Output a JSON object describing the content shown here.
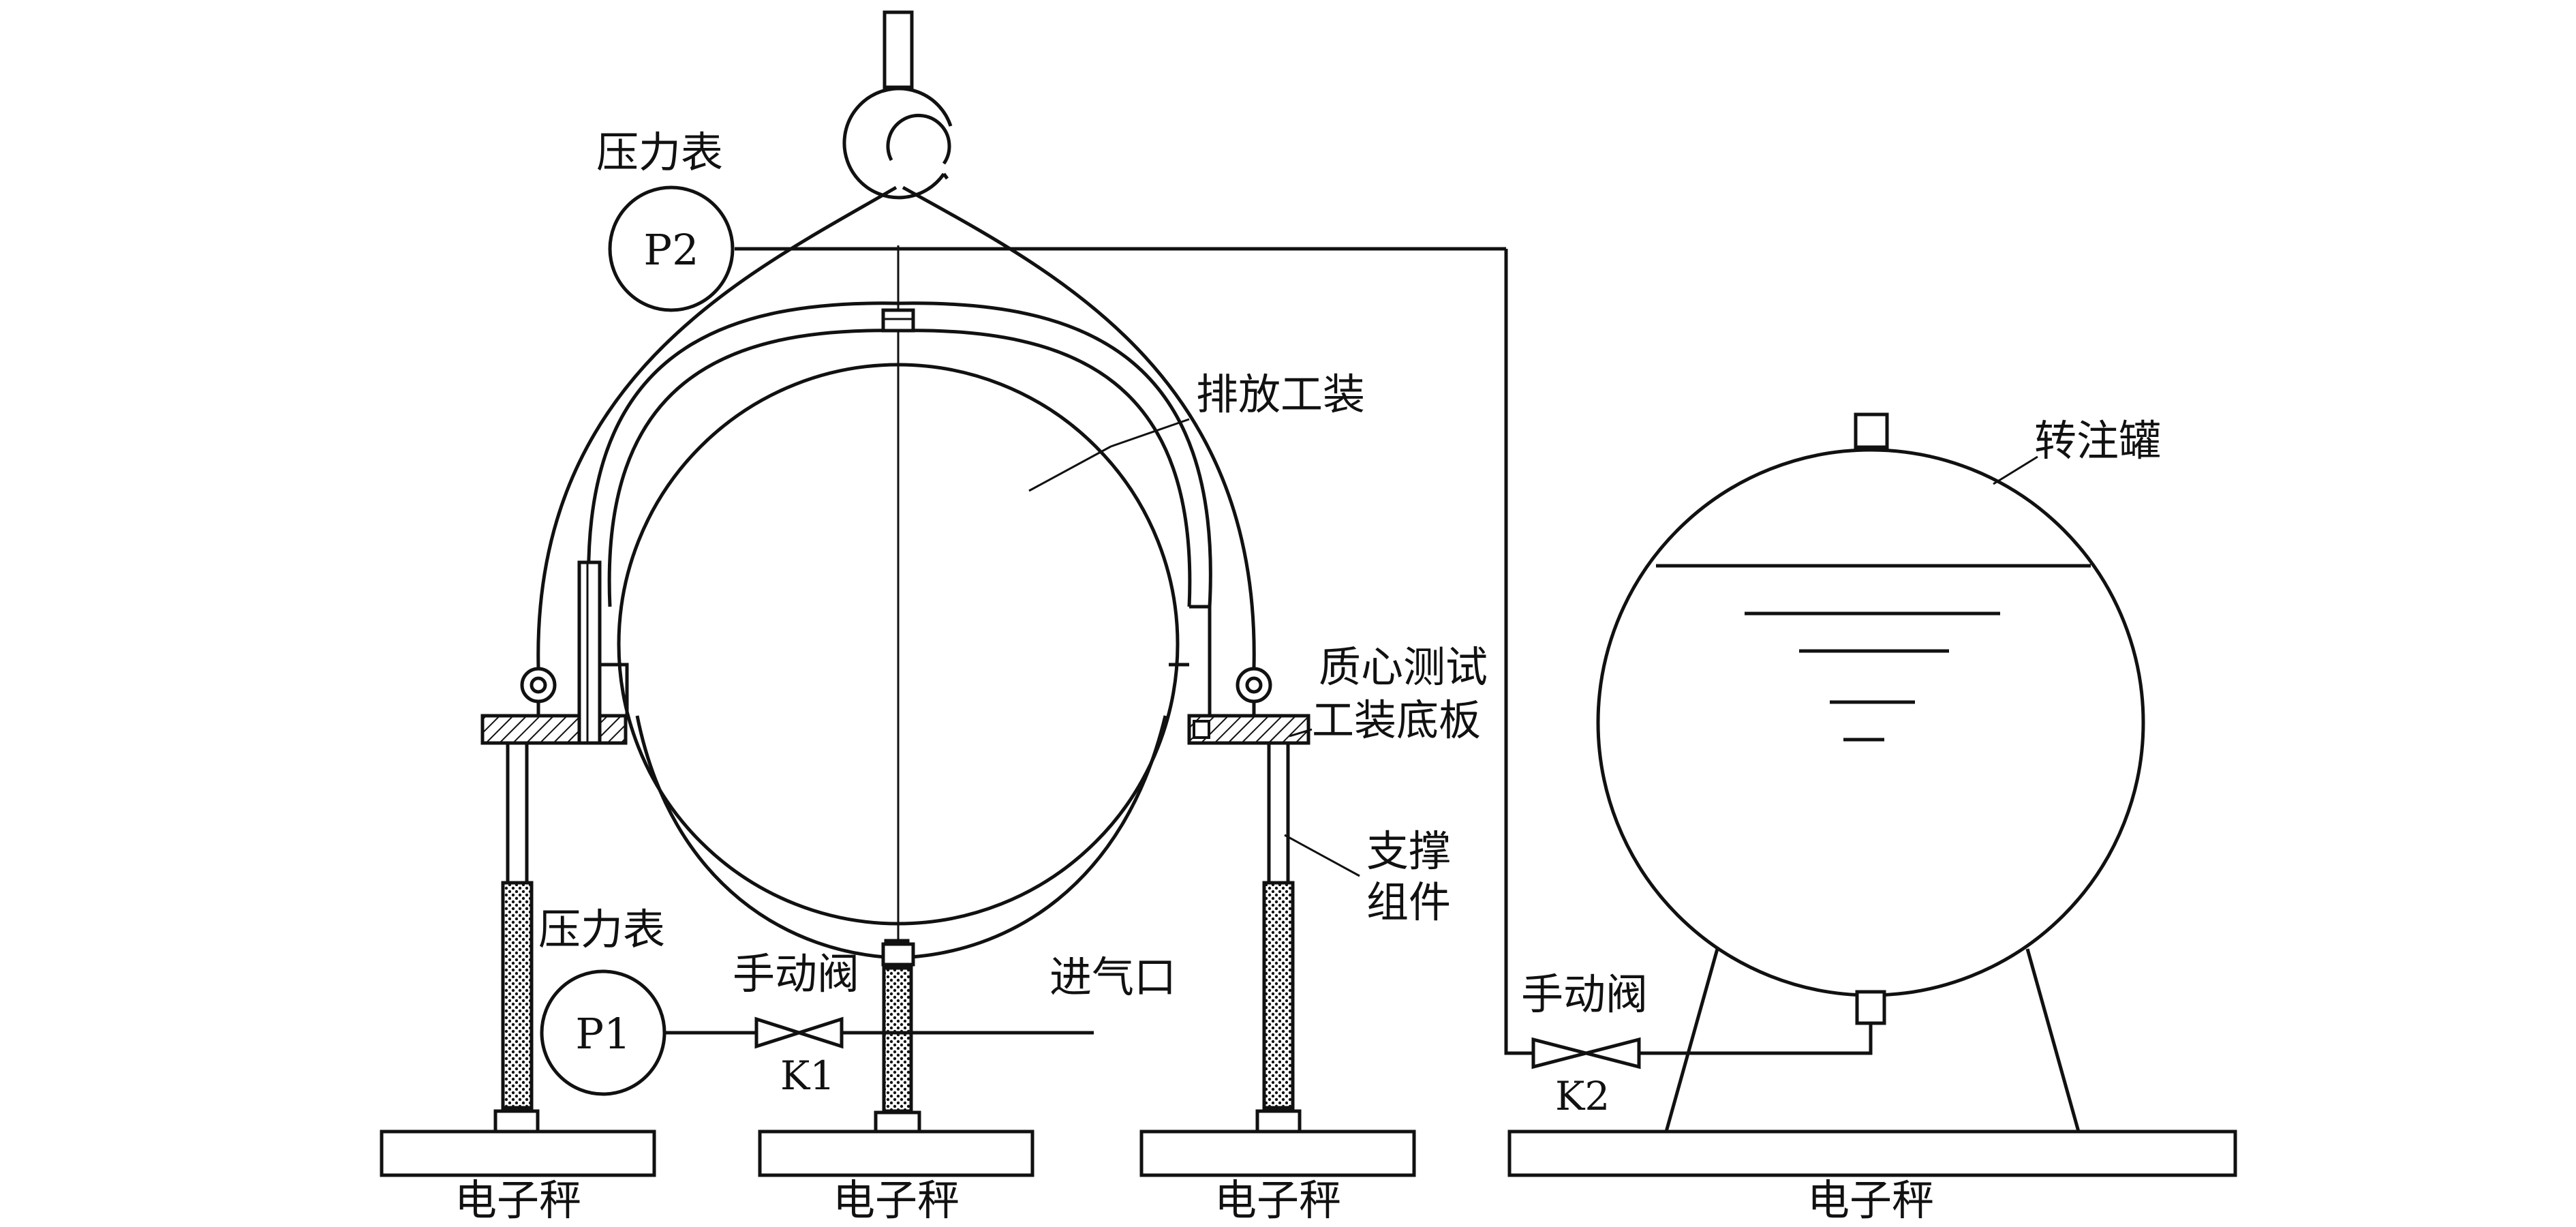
{
  "labels": {
    "pressure_gauge_top": "压力表",
    "pressure_gauge_bottom": "压力表",
    "gauge_p2": "P2",
    "gauge_p1": "P1",
    "discharge_fixture": "排放工装",
    "transfer_tank": "转注罐",
    "cg_test_base_line1": "质心测试",
    "cg_test_base_line2": "工装底板",
    "support_line1": "支撑",
    "support_line2": "组件",
    "manual_valve_left": "手动阀",
    "manual_valve_right": "手动阀",
    "valve_k1": "K1",
    "valve_k2": "K2",
    "air_inlet": "进气口",
    "scale_1": "电子秤",
    "scale_2": "电子秤",
    "scale_3": "电子秤",
    "scale_4": "电子秤"
  },
  "colors": {
    "line": "#111111",
    "background": "#ffffff",
    "hatch": "#111111"
  }
}
